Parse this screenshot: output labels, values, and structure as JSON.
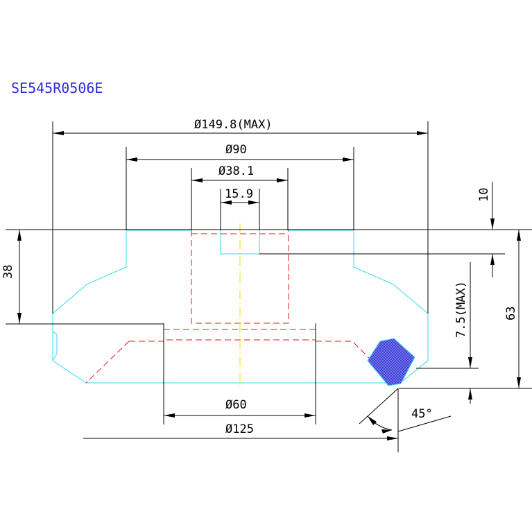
{
  "drawing": {
    "part_number": "SE545R0506E",
    "dimensions": {
      "overall_diameter": "Ø149.8(MAX)",
      "bore_90": "Ø90",
      "bore_38": "Ø38.1",
      "keyway": "15.9",
      "base_60": "Ø60",
      "base_125": "Ø125",
      "height_left": "38",
      "top_step": "10",
      "max_depth": "7.5(MAX)",
      "overall_height": "63",
      "angle": "45°"
    }
  },
  "colors": {
    "outline": "#35d7f0",
    "hidden": "#e81616",
    "centerline": "#e7e100",
    "dimension": "#000000",
    "insert": "#2b2bd8",
    "title": "#2b2bd8"
  },
  "icons": {
    "insert_marker": "cutting-insert-hatched-diamond"
  }
}
